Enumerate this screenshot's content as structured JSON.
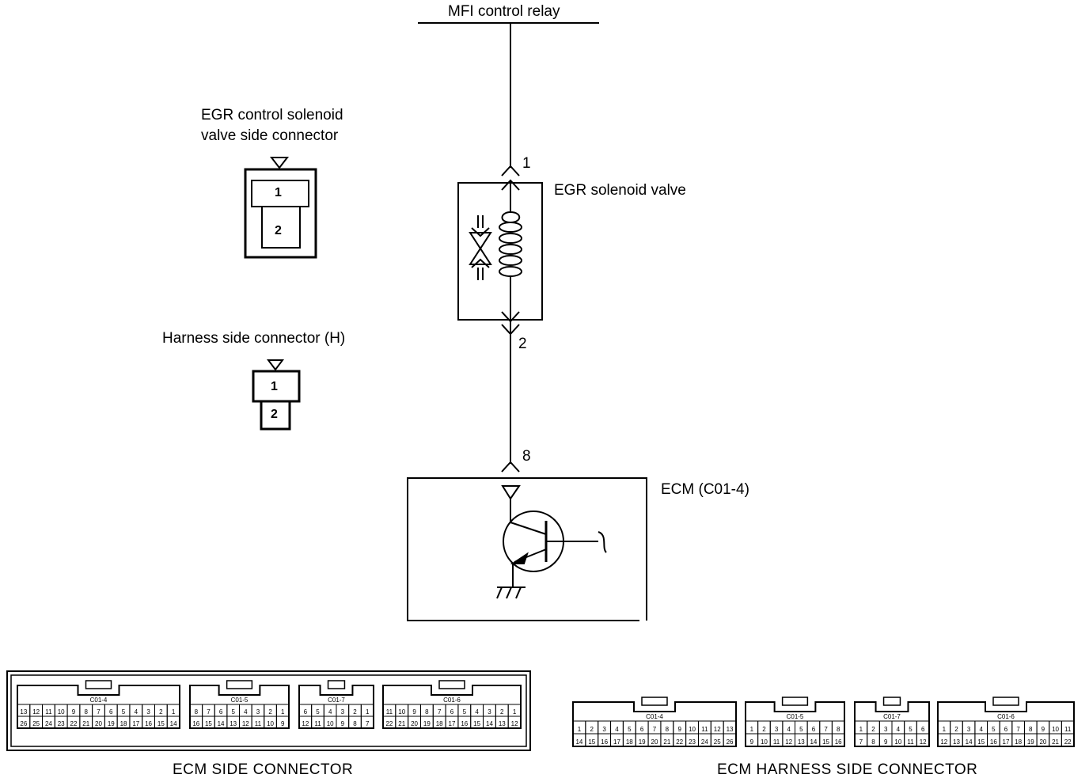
{
  "mfi_relay": "MFI control relay",
  "egr_valve": {
    "label": "EGR solenoid valve",
    "pin_top": "1",
    "pin_bottom": "2"
  },
  "ecm": {
    "label": "ECM (C01-4)",
    "pin": "8"
  },
  "valve_side_connector": {
    "label_line1": "EGR control solenoid",
    "label_line2": "valve side connector",
    "pins": [
      "1",
      "2"
    ]
  },
  "harness_side_connector": {
    "label": "Harness side connector (H)",
    "pins": [
      "1",
      "2"
    ]
  },
  "ecm_side_connector": {
    "title": "ECM SIDE CONNECTOR",
    "connectors": [
      {
        "id": "C01-4",
        "top": [
          "13",
          "12",
          "11",
          "10",
          "9",
          "8",
          "7",
          "6",
          "5",
          "4",
          "3",
          "2",
          "1"
        ],
        "bottom": [
          "26",
          "25",
          "24",
          "23",
          "22",
          "21",
          "20",
          "19",
          "18",
          "17",
          "16",
          "15",
          "14"
        ]
      },
      {
        "id": "C01-5",
        "top": [
          "8",
          "7",
          "6",
          "5",
          "4",
          "3",
          "2",
          "1"
        ],
        "bottom": [
          "16",
          "15",
          "14",
          "13",
          "12",
          "11",
          "10",
          "9"
        ]
      },
      {
        "id": "C01-7",
        "top": [
          "6",
          "5",
          "4",
          "3",
          "2",
          "1"
        ],
        "bottom": [
          "12",
          "11",
          "10",
          "9",
          "8",
          "7"
        ]
      },
      {
        "id": "C01-6",
        "top": [
          "11",
          "10",
          "9",
          "8",
          "7",
          "6",
          "5",
          "4",
          "3",
          "2",
          "1"
        ],
        "bottom": [
          "22",
          "21",
          "20",
          "19",
          "18",
          "17",
          "16",
          "15",
          "14",
          "13",
          "12"
        ]
      }
    ]
  },
  "ecm_harness_side_connector": {
    "title": "ECM HARNESS SIDE CONNECTOR",
    "connectors": [
      {
        "id": "C01-4",
        "top": [
          "1",
          "2",
          "3",
          "4",
          "5",
          "6",
          "7",
          "8",
          "9",
          "10",
          "11",
          "12",
          "13"
        ],
        "bottom": [
          "14",
          "15",
          "16",
          "17",
          "18",
          "19",
          "20",
          "21",
          "22",
          "23",
          "24",
          "25",
          "26"
        ]
      },
      {
        "id": "C01-5",
        "top": [
          "1",
          "2",
          "3",
          "4",
          "5",
          "6",
          "7",
          "8"
        ],
        "bottom": [
          "9",
          "10",
          "11",
          "12",
          "13",
          "14",
          "15",
          "16"
        ]
      },
      {
        "id": "C01-7",
        "top": [
          "1",
          "2",
          "3",
          "4",
          "5",
          "6"
        ],
        "bottom": [
          "7",
          "8",
          "9",
          "10",
          "11",
          "12"
        ]
      },
      {
        "id": "C01-6",
        "top": [
          "1",
          "2",
          "3",
          "4",
          "5",
          "6",
          "7",
          "8",
          "9",
          "10",
          "11"
        ],
        "bottom": [
          "12",
          "13",
          "14",
          "15",
          "16",
          "17",
          "18",
          "19",
          "20",
          "21",
          "22"
        ]
      }
    ]
  }
}
